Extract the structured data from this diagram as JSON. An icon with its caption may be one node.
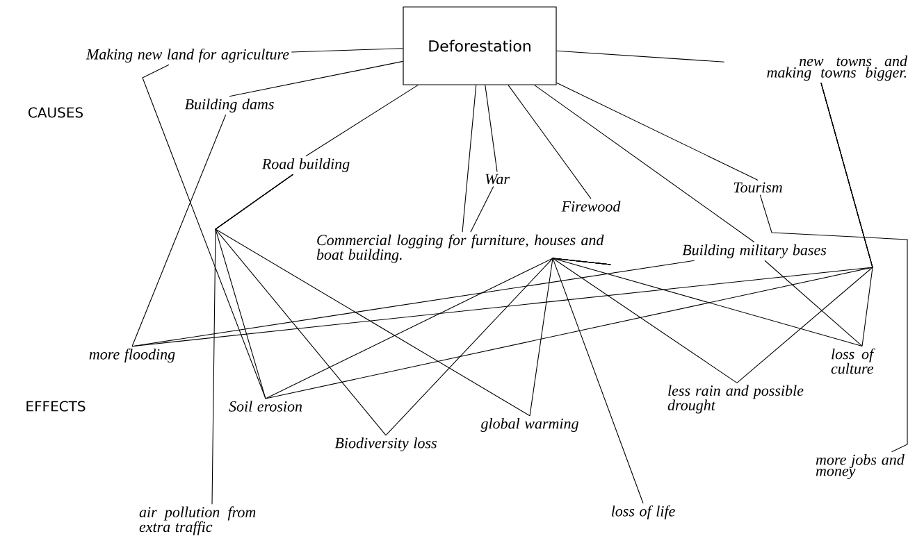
{
  "diagram": {
    "nodes": [
      {
        "text": [
          "Deforestation"
        ]
      },
      {
        "text": [
          "Making new land for agriculture"
        ]
      },
      {
        "text": [
          "Building dams"
        ]
      },
      {
        "text": [
          "Road building"
        ]
      },
      {
        "text": [
          "War"
        ]
      },
      {
        "text": [
          "Firewood"
        ]
      },
      {
        "text": [
          "Tourism"
        ]
      },
      {
        "text": [
          "Commercial logging  for furniture, houses and boat building."
        ]
      },
      {
        "text": [
          "Building military bases"
        ]
      },
      {
        "text": [
          "new towns and making towns bigger."
        ]
      },
      {
        "text": [
          "more flooding"
        ]
      },
      {
        "text": [
          "Soil erosion"
        ]
      },
      {
        "text": [
          "Biodiversity  loss"
        ]
      },
      {
        "text": [
          "global warming"
        ]
      },
      {
        "text": [
          "less rain and possible drought"
        ]
      },
      {
        "text": [
          "loss of culture"
        ]
      },
      {
        "text": [
          "more jobs and money"
        ]
      },
      {
        "text": [
          "loss of life"
        ]
      },
      {
        "text": [
          "air pollution from extra traffic"
        ]
      }
    ],
    "edges": [
      {
        "from": 0,
        "to": 1,
        "arrow": "none"
      },
      {
        "from": 0,
        "to": 2,
        "arrow": "none"
      },
      {
        "from": 0,
        "to": 3,
        "arrow": "none"
      },
      {
        "from": 0,
        "to": 7,
        "arrow": "none"
      },
      {
        "from": 0,
        "to": 4,
        "arrow": "none"
      },
      {
        "from": 0,
        "to": 5,
        "arrow": "none"
      },
      {
        "from": 0,
        "to": 8,
        "arrow": "none"
      },
      {
        "from": 0,
        "to": 6,
        "arrow": "none"
      },
      {
        "from": 0,
        "to": 9,
        "arrow": "none"
      },
      {
        "from": 1,
        "to": 11,
        "arrow": "none"
      },
      {
        "from": 2,
        "to": 10,
        "arrow": "none"
      },
      {
        "from": 3,
        "to": 18,
        "arrow": "none"
      },
      {
        "from": 3,
        "to": 11,
        "arrow": "none"
      },
      {
        "from": 3,
        "to": 12,
        "arrow": "none"
      },
      {
        "from": 3,
        "to": 13,
        "arrow": "none"
      },
      {
        "from": 4,
        "to": 7,
        "arrow": "none"
      },
      {
        "from": 6,
        "to": 16,
        "arrow": "none"
      },
      {
        "from": 7,
        "to": 12,
        "arrow": "none"
      },
      {
        "from": 7,
        "to": 13,
        "arrow": "none"
      },
      {
        "from": 7,
        "to": 17,
        "arrow": "none"
      },
      {
        "from": 7,
        "to": 14,
        "arrow": "none"
      },
      {
        "from": 7,
        "to": 15,
        "arrow": "none"
      },
      {
        "from": 7,
        "to": 11,
        "arrow": "none"
      },
      {
        "from": 9,
        "to": 10,
        "arrow": "none"
      },
      {
        "from": 9,
        "to": 11,
        "arrow": "none"
      },
      {
        "from": 9,
        "to": 15,
        "arrow": "none"
      },
      {
        "from": 9,
        "to": 14,
        "arrow": "none"
      },
      {
        "from": 8,
        "to": 10,
        "arrow": "none"
      },
      {
        "from": 8,
        "to": 15,
        "arrow": "none"
      }
    ],
    "labels": [
      "CAUSES",
      "EFFECTS"
    ]
  }
}
